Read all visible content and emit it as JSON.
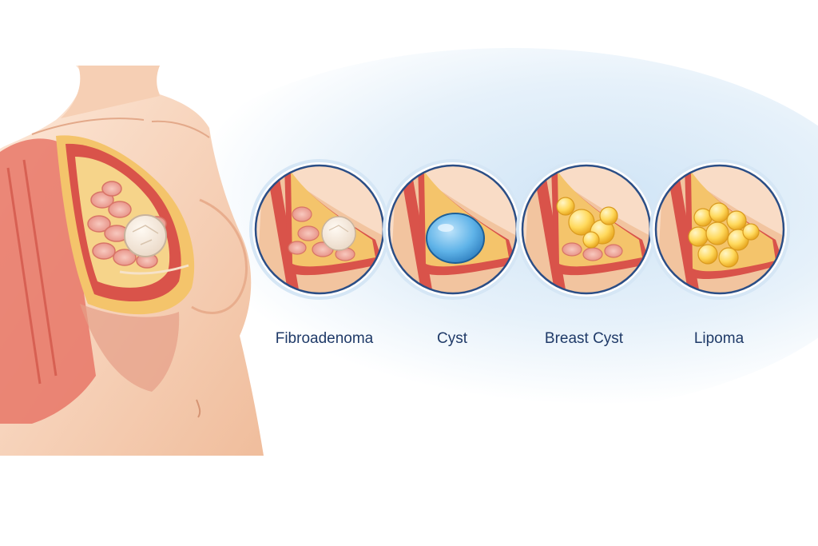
{
  "colors": {
    "background_glow": "#dcecf8",
    "skin_light": "#fbe3d0",
    "skin_mid": "#f2c2a2",
    "muscle": "#d9534a",
    "fat_yellow": "#f3c760",
    "gland_pink": "#f3b2a6",
    "cyst_blue": "#5fb3e8",
    "lipoma_yellow": "#ffd95c",
    "circle_border": "#2b4e86",
    "label_text": "#1f3a68"
  },
  "insets": [
    {
      "id": "fibroadenoma",
      "label": "Fibroadenoma",
      "lesion": "fibroadenoma"
    },
    {
      "id": "cyst",
      "label": "Cyst",
      "lesion": "cyst"
    },
    {
      "id": "breast-cyst",
      "label": "Breast Cyst",
      "lesion": "multiple-cysts"
    },
    {
      "id": "lipoma",
      "label": "Lipoma",
      "lesion": "lipoma"
    }
  ]
}
